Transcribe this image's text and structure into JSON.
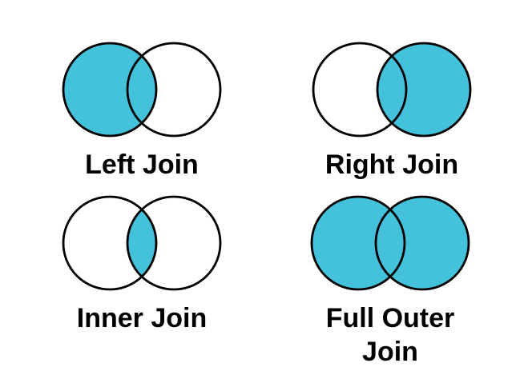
{
  "colors": {
    "highlight": "#45C2DB",
    "outline": "#000000",
    "background": "#FFFFFF",
    "label_text": "#000000"
  },
  "diagrams": [
    {
      "id": "left-join",
      "label": "Left Join",
      "filled": {
        "left_circle": true,
        "intersection": true,
        "right_circle": false
      }
    },
    {
      "id": "right-join",
      "label": "Right Join",
      "filled": {
        "left_circle": false,
        "intersection": true,
        "right_circle": true
      }
    },
    {
      "id": "inner-join",
      "label": "Inner Join",
      "filled": {
        "left_circle": false,
        "intersection": true,
        "right_circle": false
      }
    },
    {
      "id": "full-outer-join",
      "label": "Full Outer\nJoin",
      "filled": {
        "left_circle": true,
        "intersection": true,
        "right_circle": true
      }
    }
  ]
}
